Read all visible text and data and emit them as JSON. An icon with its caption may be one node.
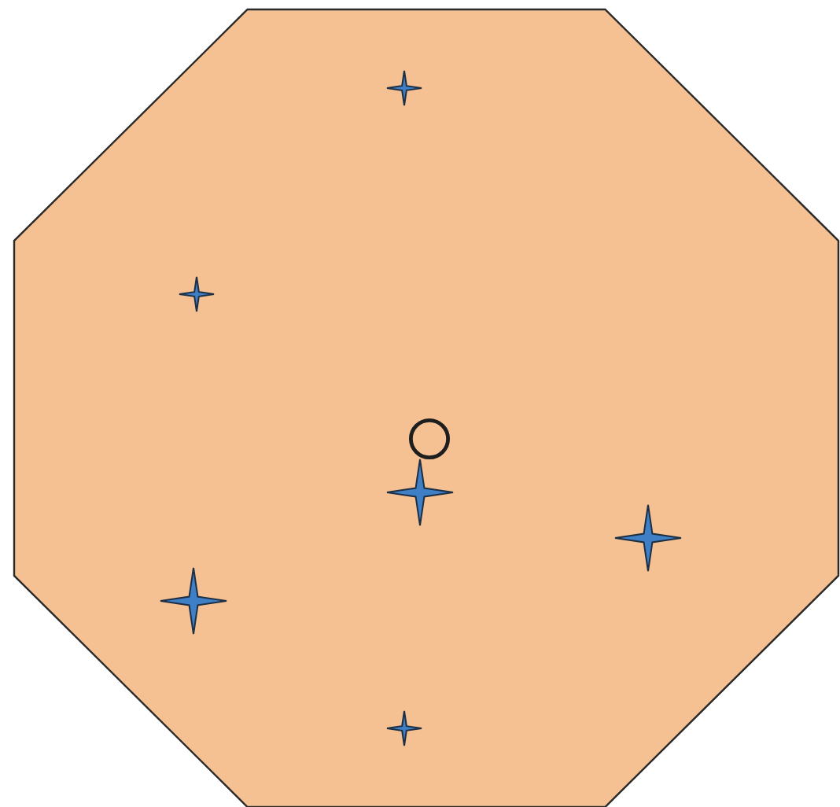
{
  "diagram": {
    "nodes": [
      {
        "text": [],
        "shape": "octagon"
      },
      {
        "text": [],
        "shape": "star",
        "in": 0
      },
      {
        "text": [],
        "shape": "star",
        "in": 0
      },
      {
        "text": [],
        "shape": "circle",
        "in": 0
      },
      {
        "text": [],
        "shape": "star",
        "in": 0
      },
      {
        "text": [],
        "shape": "star",
        "in": 0
      },
      {
        "text": [],
        "shape": "star",
        "in": 0
      },
      {
        "text": [],
        "shape": "star",
        "in": 0
      }
    ]
  }
}
